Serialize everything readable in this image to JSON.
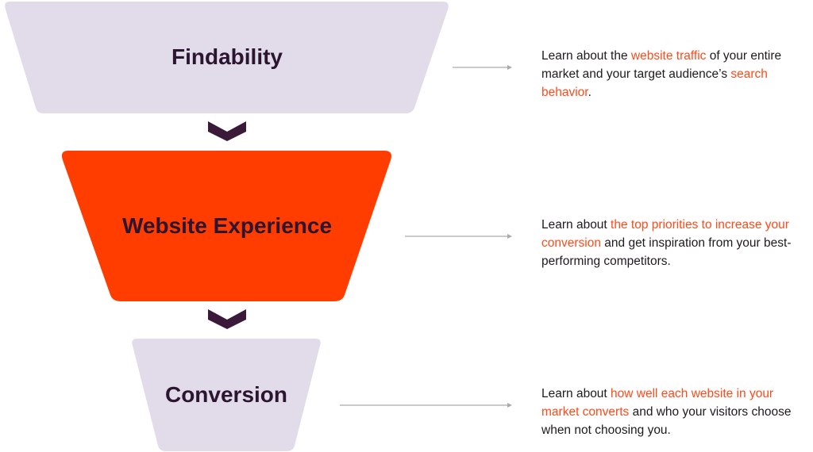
{
  "colors": {
    "stage_light": "#e2dcea",
    "stage_accent": "#ff3d00",
    "chevron": "#3a1a38",
    "highlight": "#ff4a1a",
    "arrow": "#aaaaaa"
  },
  "stages": [
    {
      "label": "Findability",
      "desc": {
        "pre": "Learn about the ",
        "hl1": "website traffic",
        "mid": " of your entire market and your target audience’s ",
        "hl2": "search behavior",
        "post": "."
      }
    },
    {
      "label": "Website Experience",
      "desc": {
        "pre": "Learn about ",
        "hl1": "the top priorities to increase your conversion",
        "mid": " and get inspiration from your best-performing competitors.",
        "hl2": "",
        "post": ""
      }
    },
    {
      "label": "Conversion",
      "desc": {
        "pre": "Learn about ",
        "hl1": "how well each website in your market converts",
        "mid": " and who your visitors choose when not choosing you.",
        "hl2": "",
        "post": ""
      }
    }
  ]
}
